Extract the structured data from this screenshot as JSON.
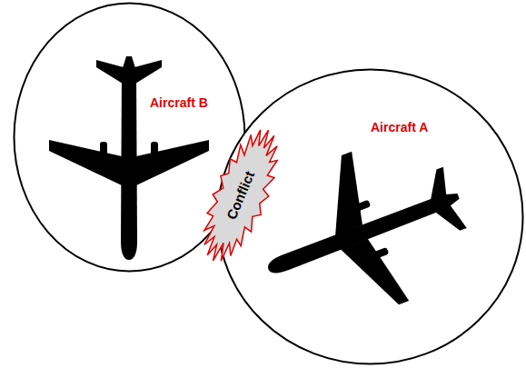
{
  "diagram": {
    "nodes": [
      {
        "text": [
          "Aircraft B"
        ]
      },
      {
        "text": [
          "Aircraft A"
        ]
      },
      {
        "text": [
          "Conflict"
        ]
      }
    ]
  }
}
